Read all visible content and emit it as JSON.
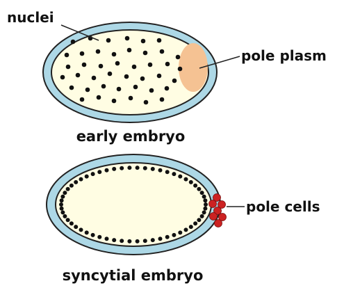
{
  "labels": {
    "nuclei": "nuclei",
    "pole_plasm": "pole plasm",
    "early_embryo": "early embryo",
    "pole_cells": "pole cells",
    "syncytial_embryo": "syncytial embryo"
  },
  "colors": {
    "membrane": "#add8e6",
    "cytoplasm": "#fffde3",
    "pole_plasm": "#f5c293",
    "pole_cells": "#cc2222",
    "nuclei": "#111111",
    "outline": "#222222"
  }
}
